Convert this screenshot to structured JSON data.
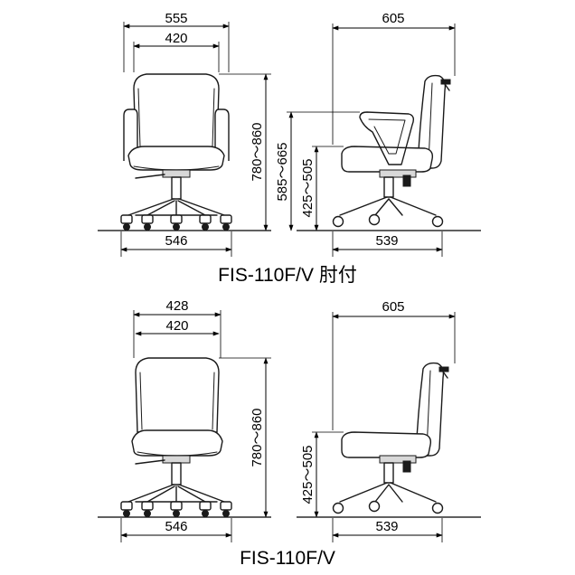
{
  "figures": [
    {
      "caption": "FIS-110F/V 肘付",
      "front": {
        "overall_width": "555",
        "inner_width": "420",
        "base_width": "546",
        "height_range": "780～860"
      },
      "side": {
        "depth": "605",
        "base_depth": "539",
        "armrest_height_range": "585～665",
        "seat_height_range": "425～505"
      }
    },
    {
      "caption": "FIS-110F/V",
      "front": {
        "overall_width": "428",
        "inner_width": "420",
        "base_width": "546",
        "height_range": "780～860"
      },
      "side": {
        "depth": "605",
        "base_depth": "539",
        "seat_height_range": "425～505"
      }
    }
  ]
}
